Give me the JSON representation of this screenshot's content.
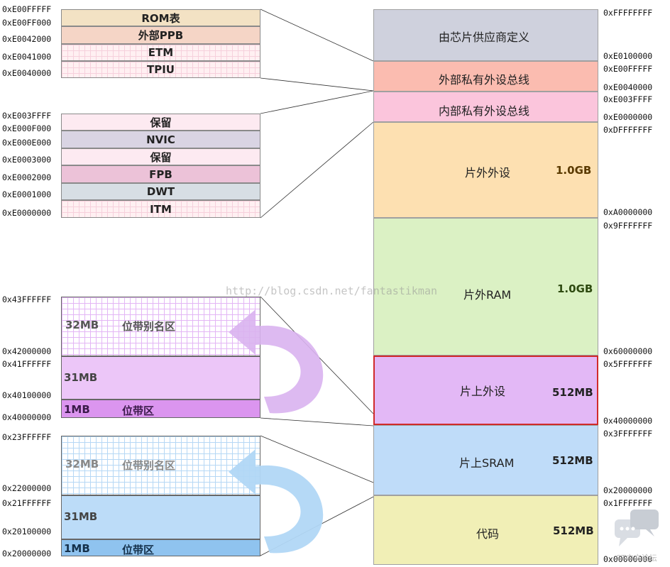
{
  "ppb_external": {
    "blocks": [
      {
        "label": "ROM表",
        "color": "#f3e2c4"
      },
      {
        "label": "外部PPB",
        "color": "#f5d5c6"
      },
      {
        "label": "ETM",
        "color": "#fff0f2"
      },
      {
        "label": "TPIU",
        "color": "#fff0f2"
      }
    ],
    "addresses": [
      "0xE00FFFFF",
      "0xE00FF000",
      "0xE0042000",
      "0xE0041000",
      "0xE0040000"
    ]
  },
  "ppb_internal": {
    "blocks": [
      {
        "label": "保留",
        "color": "#fdeaf1"
      },
      {
        "label": "NVIC",
        "color": "#d9d4e3"
      },
      {
        "label": "保留",
        "color": "#fdeaf1"
      },
      {
        "label": "FPB",
        "color": "#ecc2d8"
      },
      {
        "label": "DWT",
        "color": "#d7dee4"
      },
      {
        "label": "ITM",
        "color": "#fff0f2"
      }
    ],
    "addresses": [
      "0xE003FFFF",
      "0xE000F000",
      "0xE000E000",
      "0xE0003000",
      "0xE0002000",
      "0xE0001000",
      "0xE0000000"
    ]
  },
  "bitband_periph": {
    "alias_size": "32MB",
    "alias_label": "位带别名区",
    "mid_size": "31MB",
    "region_size": "1MB",
    "region_label": "位带区",
    "addresses": [
      "0x43FFFFFF",
      "0x42000000",
      "0x41FFFFFF",
      "0x40100000",
      "0x40000000"
    ]
  },
  "bitband_sram": {
    "alias_size": "32MB",
    "alias_label": "位带别名区",
    "mid_size": "31MB",
    "region_size": "1MB",
    "region_label": "位带区",
    "addresses": [
      "0x23FFFFFF",
      "0x22000000",
      "0x21FFFFFF",
      "0x20100000",
      "0x20000000"
    ]
  },
  "memory_map": {
    "regions": [
      {
        "name": "由芯片供应商定义",
        "size": "",
        "color": "#cfd1dd"
      },
      {
        "name": "外部私有外设总线",
        "size": "",
        "color": "#fbbcb0"
      },
      {
        "name": "内部私有外设总线",
        "size": "",
        "color": "#fbc5dc"
      },
      {
        "name": "片外外设",
        "size": "1.0GB",
        "color": "#fde0b1"
      },
      {
        "name": "片外RAM",
        "size": "1.0GB",
        "color": "#dbf1c4"
      },
      {
        "name": "片上外设",
        "size": "512MB",
        "color": "#e3b8f6"
      },
      {
        "name": "片上SRAM",
        "size": "512MB",
        "color": "#bfdcf9"
      },
      {
        "name": "代码",
        "size": "512MB",
        "color": "#f1efb6"
      }
    ],
    "addresses": [
      "0xFFFFFFFF",
      "0xE0100000",
      "0xE00FFFFF",
      "0xE0040000",
      "0xE003FFFF",
      "0xE0000000",
      "0xDFFFFFFF",
      "0xA0000000",
      "0x9FFFFFFF",
      "0x60000000",
      "0x5FFFFFFF",
      "0x40000000",
      "0x3FFFFFFF",
      "0x20000000",
      "0x1FFFFFFF",
      "0x00000000"
    ]
  },
  "watermark": "http://blog.csdn.net/fantastikman",
  "logo_text": "ST中文论坛",
  "colors": {
    "periph_arrow": "#d9b3f0",
    "sram_arrow": "#b1d7f5",
    "periph_grid": "#d89cf2",
    "sram_grid": "#a9d0f1",
    "highlight_border": "#d02a2a"
  }
}
